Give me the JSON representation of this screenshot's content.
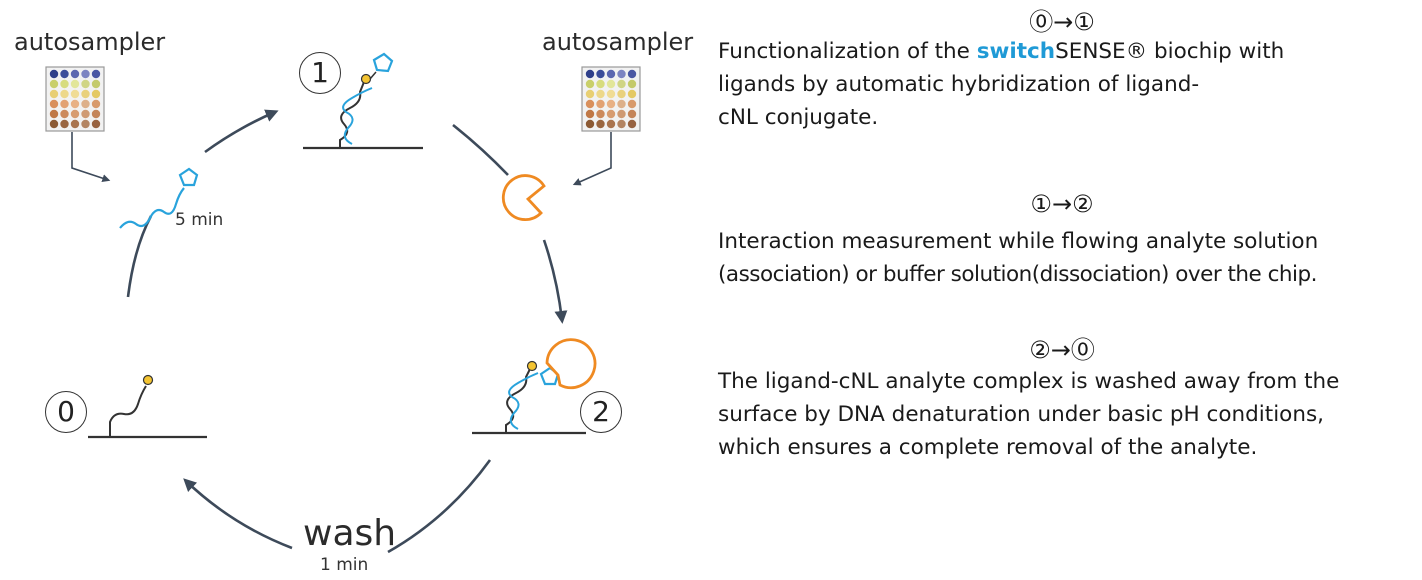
{
  "labels": {
    "autosampler_left": "autosampler",
    "autosampler_right": "autosampler",
    "time_hybridization": "5 min",
    "wash": "wash",
    "time_wash": "1 min"
  },
  "states": {
    "s0": "0",
    "s1": "1",
    "s2": "2"
  },
  "steps": [
    {
      "title": "⓪→①",
      "text_pre": "Functionalization of the ",
      "brand_bold": "switch",
      "brand_rest": "SENSE®",
      "text_post_line1": " biochip with",
      "line2": "ligands by automatic hybridization of ligand-",
      "line3": "cNL conjugate."
    },
    {
      "title": "①→②",
      "line1": "Interaction measurement while flowing analyte solution",
      "line2": "(association) or buffer solution(dissociation) over the chip."
    },
    {
      "title": "②→⓪",
      "line1": "The ligand-cNL analyte complex is washed away from the",
      "line2": "surface by DNA denaturation under basic pH conditions,",
      "line3": "which ensures a complete removal of the analyte."
    }
  ],
  "colors": {
    "dna_blue": "#29a3dc",
    "analyte_orange": "#ef8a22",
    "ligand_yellow": "#f4c431",
    "arrow_gray": "#3d4a5a"
  }
}
